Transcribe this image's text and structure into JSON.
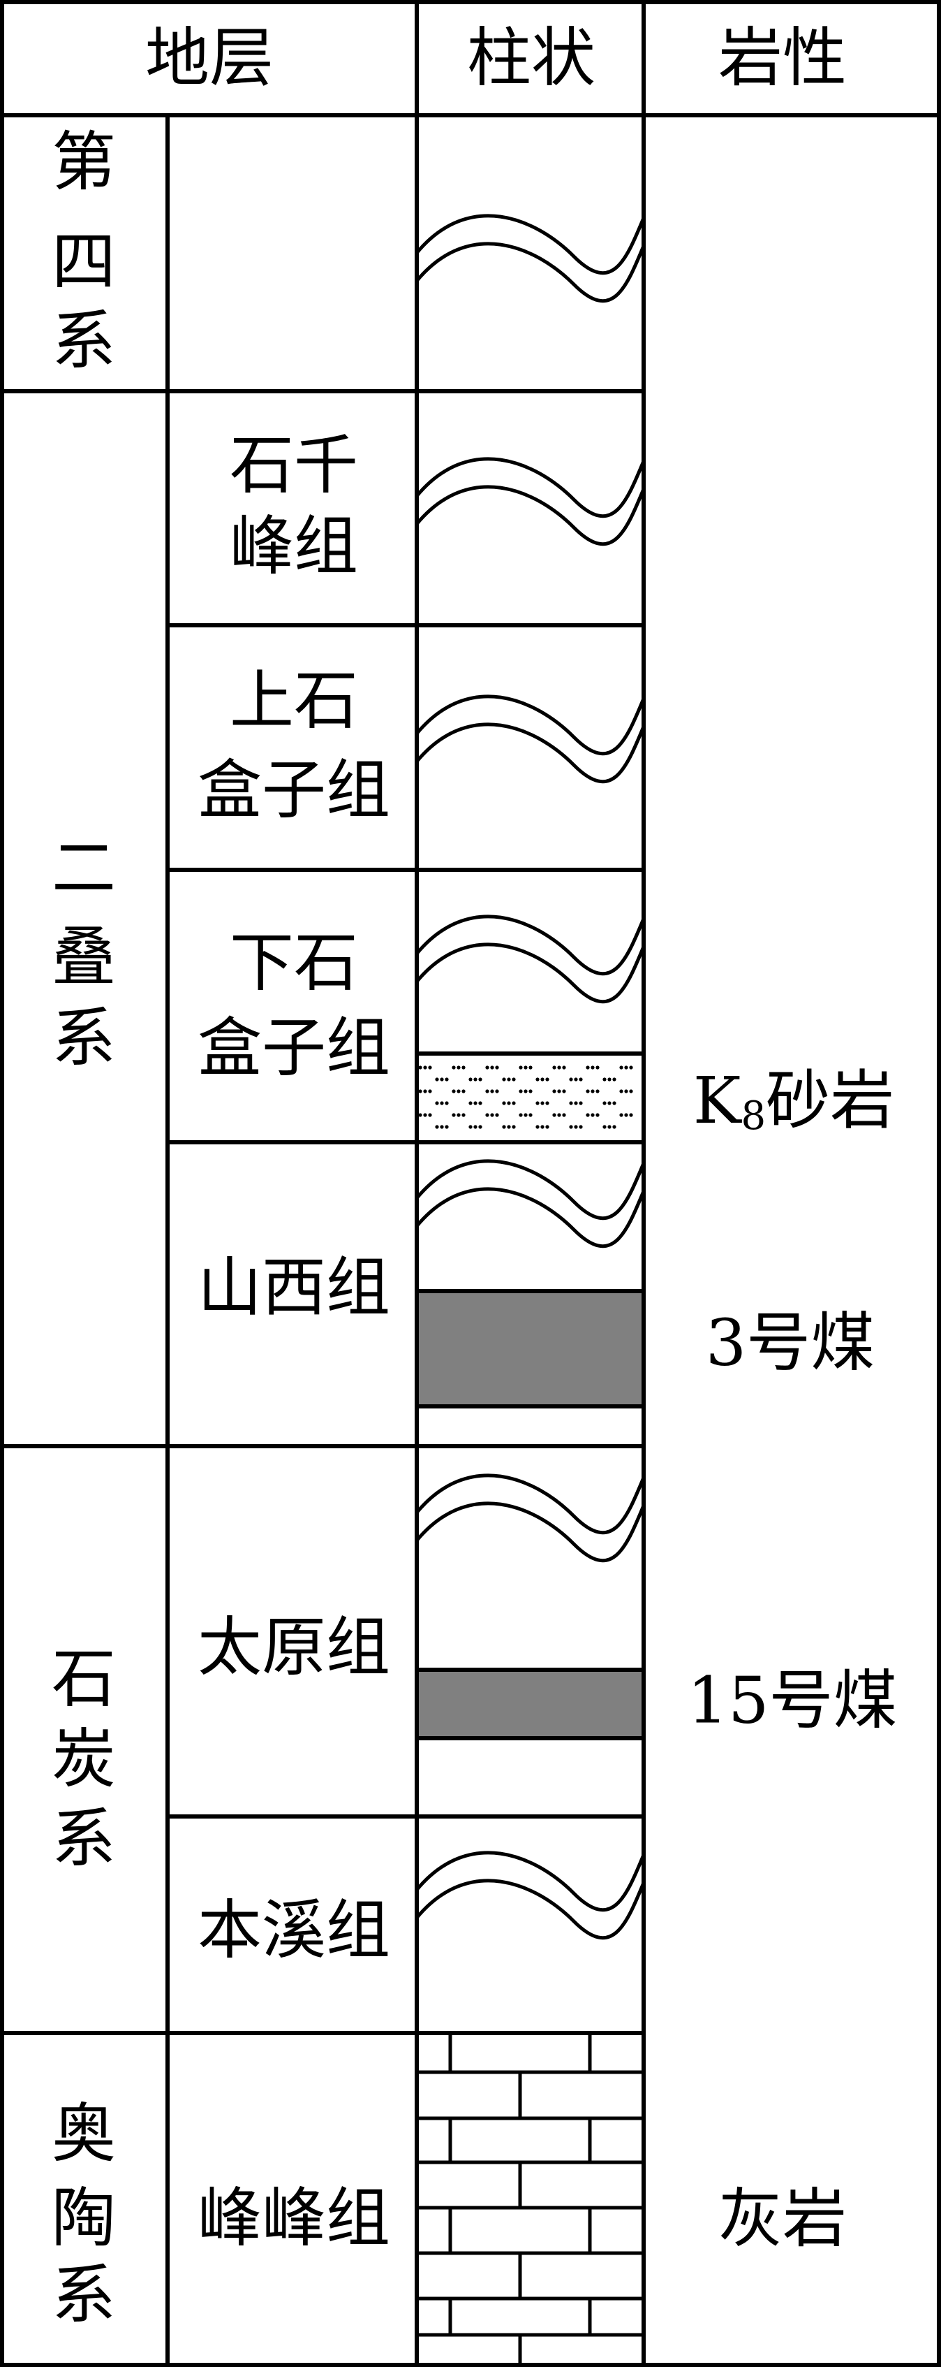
{
  "header": {
    "strata": "地层",
    "column": "柱状",
    "lithology": "岩性"
  },
  "systems": [
    {
      "lines": [
        "第",
        "四",
        "系"
      ]
    },
    {
      "lines": [
        "二",
        "叠",
        "系"
      ]
    },
    {
      "lines": [
        "石",
        "炭",
        "系"
      ]
    },
    {
      "lines": [
        "奥",
        "陶",
        "系"
      ]
    }
  ],
  "formations": [
    {
      "lines": [
        "石千",
        "峰组"
      ]
    },
    {
      "lines": [
        "上石",
        "盒子组"
      ]
    },
    {
      "lines": [
        "下石",
        "盒子组"
      ]
    },
    {
      "lines": [
        "山西组"
      ]
    },
    {
      "lines": [
        "太原组"
      ]
    },
    {
      "lines": [
        "本溪组"
      ]
    },
    {
      "lines": [
        "峰峰组"
      ]
    }
  ],
  "lithology": {
    "k8_base": "K",
    "k8_sub": "8",
    "k8_tail": "砂岩",
    "coal3": "3号煤",
    "coal15": "15号煤",
    "limestone": "灰岩"
  },
  "colors": {
    "line": "#000000",
    "coal": "#808080",
    "background": "#ffffff"
  },
  "patterns": {
    "unconformity": "wavy-double-line",
    "sandstone": "dotted-fill",
    "coal": "solid-gray-fill",
    "limestone": "brick-pattern"
  }
}
